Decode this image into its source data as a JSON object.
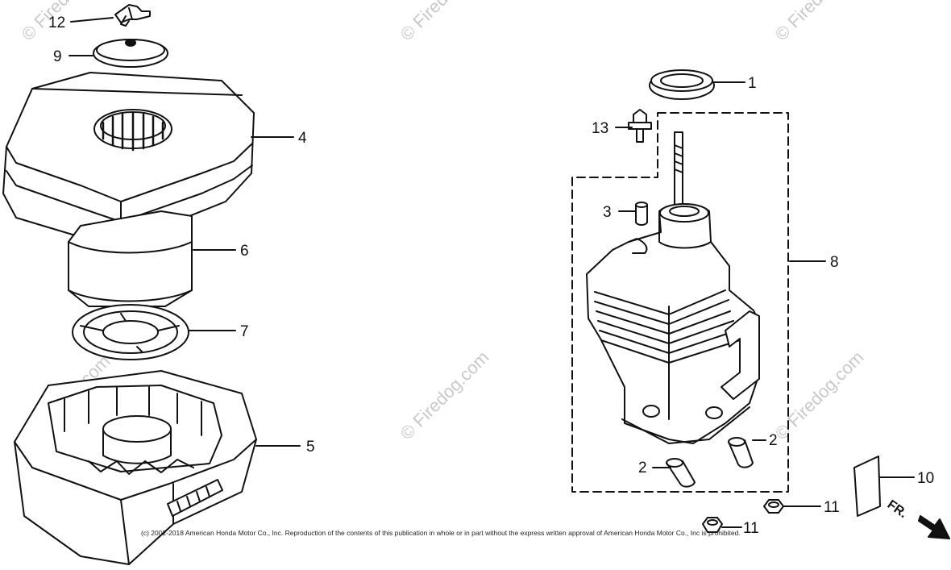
{
  "watermark_text": "© Firedog.com",
  "callouts": {
    "c1": "1",
    "c2a": "2",
    "c2b": "2",
    "c3": "3",
    "c4": "4",
    "c5": "5",
    "c6": "6",
    "c7": "7",
    "c8": "8",
    "c9": "9",
    "c10": "10",
    "c11a": "11",
    "c11b": "11",
    "c12": "12",
    "c13": "13"
  },
  "front_indicator": "FR.",
  "copyright": "(c) 2002-2018 American Honda Motor Co., Inc. Reproduction of the contents of this publication in whole or in part without the express written approval of American Honda Motor Co., Inc is prohibited."
}
